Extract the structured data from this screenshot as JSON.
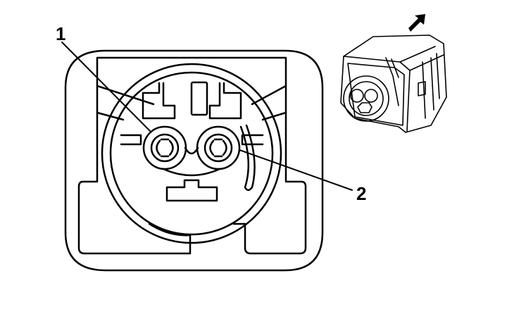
{
  "diagram": {
    "callouts": [
      {
        "id": "1",
        "text": "1",
        "points_to": "pin-1"
      },
      {
        "id": "2",
        "text": "2",
        "points_to": "pin-2"
      }
    ],
    "colors": {
      "stroke": "#000000",
      "fill": "#ffffff"
    },
    "icons": {
      "direction_arrow": "arrow-up-right-icon"
    }
  }
}
